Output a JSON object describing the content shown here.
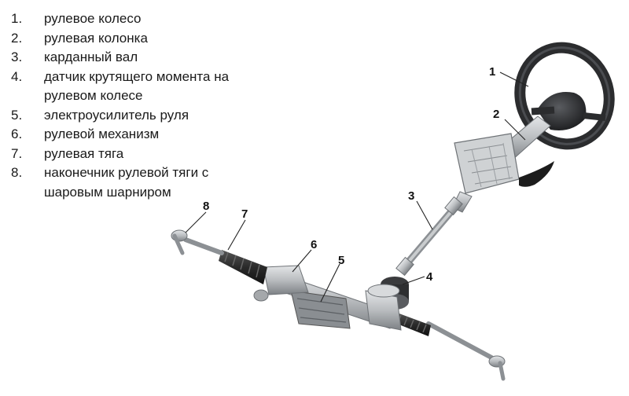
{
  "legend": [
    {
      "num": "1.",
      "text": "рулевое колесо"
    },
    {
      "num": "2.",
      "text": "рулевая колонка"
    },
    {
      "num": "3.",
      "text": "карданный вал"
    },
    {
      "num": "4.",
      "text": "датчик крутящего момента на рулевом колесе"
    },
    {
      "num": "5.",
      "text": "электроусилитель руля"
    },
    {
      "num": "6.",
      "text": "рулевой механизм"
    },
    {
      "num": "7.",
      "text": "рулевая тяга"
    },
    {
      "num": "8.",
      "text": "наконечник рулевой тяги с шаровым шарниром"
    }
  ],
  "callouts": [
    "1",
    "2",
    "3",
    "4",
    "5",
    "6",
    "7",
    "8"
  ],
  "colors": {
    "metal": "#b9bcbf",
    "metal_dark": "#6e7276",
    "boot": "#2a2a2a",
    "wheel": "#2b2c2e"
  }
}
